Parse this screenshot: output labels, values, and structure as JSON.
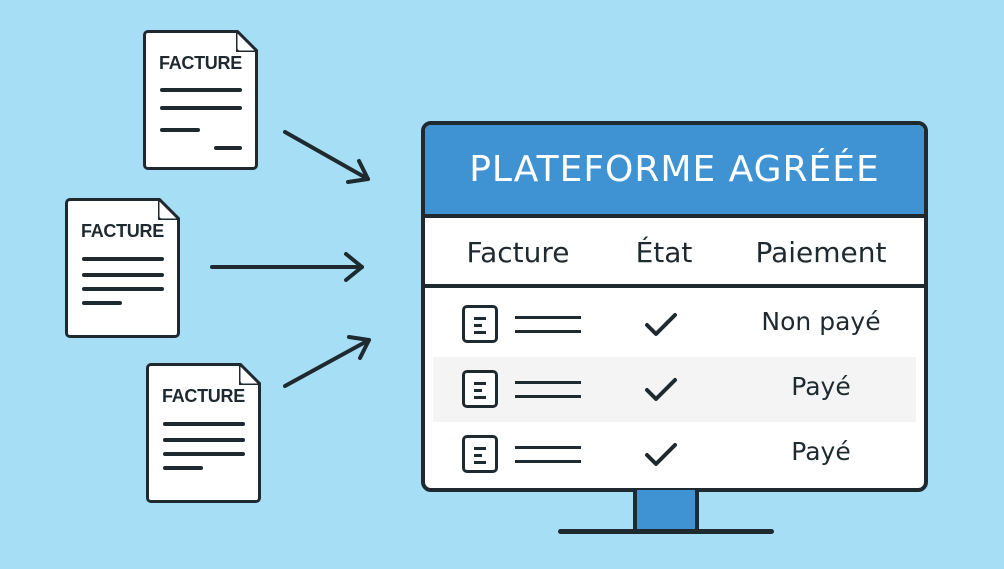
{
  "documents": [
    {
      "title": "FACTURE"
    },
    {
      "title": "FACTURE"
    },
    {
      "title": "FACTURE"
    }
  ],
  "platform": {
    "title": "PLATEFORME AGRÉÉE",
    "columns": [
      "Facture",
      "État",
      "Paiement"
    ],
    "rows": [
      {
        "state_icon": "check-icon",
        "payment": "Non payé"
      },
      {
        "state_icon": "check-icon",
        "payment": "Payé"
      },
      {
        "state_icon": "check-icon",
        "payment": "Payé"
      }
    ]
  },
  "colors": {
    "background": "#a6dff5",
    "accent": "#3f93d3",
    "ink": "#1f2a30"
  }
}
